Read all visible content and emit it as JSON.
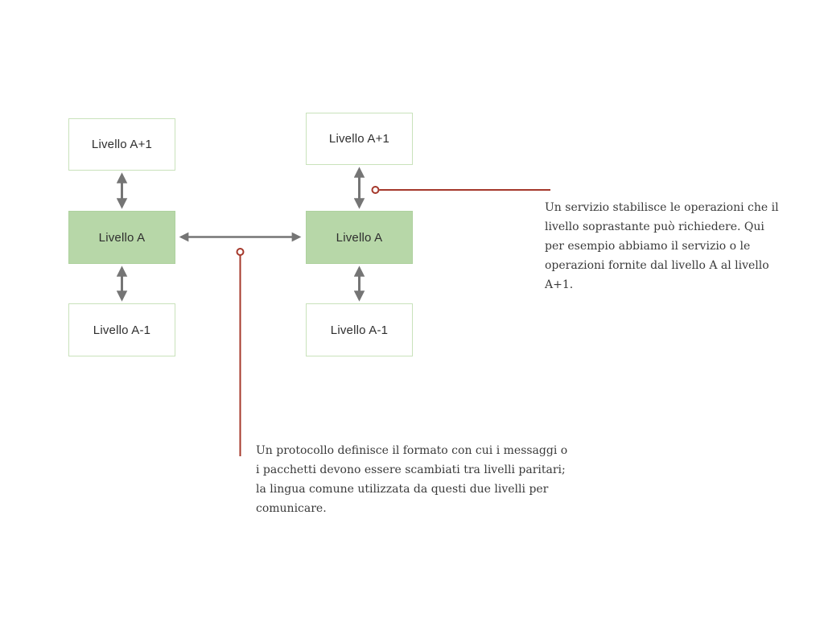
{
  "colors": {
    "box_green_fill": "#b7d7a8",
    "box_border_light_green": "#c9e2bb",
    "arrow_gray": "#757575",
    "connector_red": "#a5382b",
    "box_text": "#2e2e2e",
    "note_text": "#3a3a3a"
  },
  "stacks": {
    "left": {
      "top": "Livello A+1",
      "middle": "Livello A",
      "bottom": "Livello A-1"
    },
    "right": {
      "top": "Livello A+1",
      "middle": "Livello A",
      "bottom": "Livello A-1"
    }
  },
  "annotations": {
    "service": {
      "text": "Un servizio stabilisce le operazioni che il livello soprastante può richiedere. Qui per esempio abbiamo il servizio o le operazioni fornite dal livello A al livello A+1."
    },
    "protocol": {
      "text": "Un protocollo definisce il formato con cui i messaggi o i pacchetti devono essere scambiati tra livelli paritari; la lingua comune utilizzata da questi due livelli per comunicare."
    }
  }
}
